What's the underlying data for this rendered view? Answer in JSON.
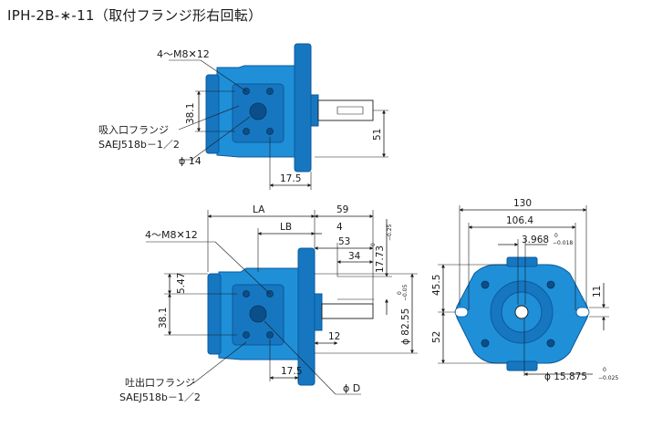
{
  "title": "IPH-2B-∗-11（取付フランジ形右回転）",
  "top_view": {
    "bolt_label": "4～M8✕12",
    "flange_label_line1": "吸入口フランジ",
    "flange_label_line2": "SAEJ518b－1／2",
    "port_dia": "ϕ 14",
    "dim_38_1": "38.1",
    "dim_51": "51",
    "dim_17_5": "17.5"
  },
  "side_view": {
    "bolt_label": "4～M8✕12",
    "flange_label_line1": "吐出口フランジ",
    "flange_label_line2": "SAEJ518b－1／2",
    "dim_LA": "LA",
    "dim_LB": "LB",
    "dim_59": "59",
    "dim_4": "4",
    "dim_53": "53",
    "dim_34": "34",
    "dim_17_73": "17.73",
    "tol_17_73_top": "0",
    "tol_17_73_bot": "−0.25",
    "dim_5_47": "5.47",
    "dim_38_1": "38.1",
    "dim_82_55": "ϕ 82.55",
    "tol_82_55_top": "0",
    "tol_82_55_bot": "−0.05",
    "dim_12": "12",
    "dim_17_5": "17.5",
    "dim_D": "ϕ D"
  },
  "end_view": {
    "dim_130": "130",
    "dim_106_4": "106.4",
    "dim_3_968": "3.968",
    "tol_3_968_top": "0",
    "tol_3_968_bot": "−0.018",
    "dim_45_5": "45.5",
    "dim_52": "52",
    "dim_11": "11",
    "dim_15_875": "ϕ 15.875",
    "tol_15_875_top": "0",
    "tol_15_875_bot": "−0.025"
  }
}
